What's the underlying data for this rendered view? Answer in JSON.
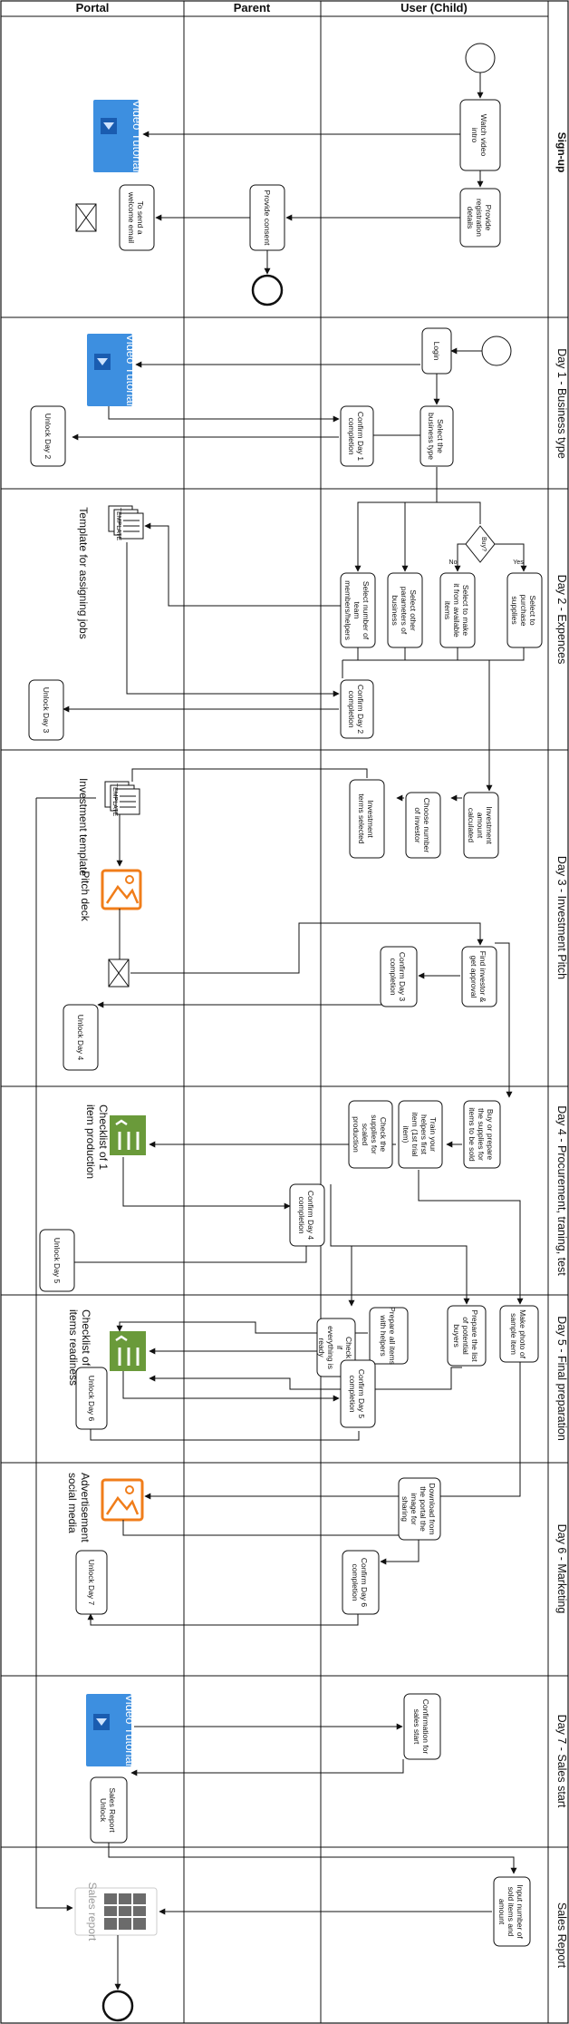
{
  "lanes": {
    "portal": "Portal",
    "parent": "Parent",
    "child": "User (Child)"
  },
  "days": {
    "signup": "Sign-up",
    "d1": "Day 1 - Business type",
    "d2": "Day 2 - Expences",
    "d3": "Day 3 - Investment Pitch",
    "d4": "Day 4 - Procurement, traning, test",
    "d5": "Day 5 - Final preparation",
    "d6": "Day 6 - Marketing",
    "d7": "Day 7 - Sales start",
    "sales": "Sales Report"
  },
  "boxes": {
    "watch_video": [
      "Watch video",
      "intro"
    ],
    "provide_reg": [
      "Provide",
      "registration",
      "details"
    ],
    "provide_consent": [
      "Provide consent"
    ],
    "welcome_email": [
      "To send a",
      "welcome email"
    ],
    "login": [
      "Login"
    ],
    "select_business": [
      "Select the",
      "business type"
    ],
    "confirm_d1": [
      "Confirm Day 1",
      "completion"
    ],
    "unlock_d2": [
      "Unlock Day 2"
    ],
    "select_purchase": [
      "Select to",
      "purchase",
      "supplies"
    ],
    "select_make": [
      "Select to make",
      "it from available",
      "items"
    ],
    "select_params": [
      "Select other",
      "parameters of",
      "business"
    ],
    "select_members": [
      "Select number of",
      "team",
      "members/helpers"
    ],
    "confirm_d2": [
      "Confirm Day 2",
      "completion"
    ],
    "unlock_d3": [
      "Unlock Day 3"
    ],
    "investment_calc": [
      "Investment",
      "amount",
      "calculated"
    ],
    "choose_investor": [
      "Choose number",
      "of investor"
    ],
    "investment_selected": [
      "Investment",
      "terms selected"
    ],
    "find_investor": [
      "Find investor &",
      "get approval"
    ],
    "confirm_d3": [
      "Confirm Day 3",
      "completion"
    ],
    "unlock_d4": [
      "Unlock Day 4"
    ],
    "buy_supplies": [
      "Buy or prepare",
      "the supplies for",
      "items to be sold"
    ],
    "train_helpers": [
      "Train your",
      "helpers first",
      "item (1st trial",
      "item)"
    ],
    "check_supplies": [
      "Check the",
      "supplies for",
      "scaled",
      "production"
    ],
    "confirm_d4": [
      "Confirm Day 4",
      "completion"
    ],
    "unlock_d5": [
      "Unlock Day 5"
    ],
    "make_photo": [
      "Make photo of",
      "sample item"
    ],
    "prepare_list": [
      "Prepare the list",
      "of potential",
      "buyers"
    ],
    "prepare_items": [
      "Prepare all items",
      "with helpers"
    ],
    "check_ready": [
      "Check",
      "if",
      "everything is",
      "ready"
    ],
    "confirm_d5": [
      "Confirm Day 5",
      "completion"
    ],
    "unlock_d6": [
      "Unlock Day 6"
    ],
    "download_ad": [
      "Download from",
      "the portal the",
      "image for",
      "sharing"
    ],
    "confirm_d6": [
      "Confirm Day 6",
      "completion"
    ],
    "unlock_d7": [
      "Unlock Day 7"
    ],
    "confirm_sales": [
      "Confirmation for",
      "sales start"
    ],
    "sales_unlock": [
      "Sales Report",
      "Unlock"
    ],
    "input_items": [
      "Input number of",
      "sold items and",
      "amount"
    ]
  },
  "gateway": {
    "label": "Buy?",
    "yes": "Yes",
    "no": "No"
  },
  "artifacts": {
    "video": "Video Tutorial",
    "template_jobs": "Template for assigning jobs",
    "template_tag": "TEMPLATE",
    "investment_template": "Investment template",
    "pitch_deck": "Pitch deck",
    "checklist1": [
      "Checklist of 1",
      "item production"
    ],
    "checklist_all": [
      "Checklist of all",
      "items readiness"
    ],
    "advert": [
      "Advertisement",
      "social media"
    ],
    "sales_report": "Sales report"
  },
  "colors": {
    "video_blue": "#3d8fe0",
    "orange": "#f07d1a",
    "green": "#6a9a3a"
  }
}
